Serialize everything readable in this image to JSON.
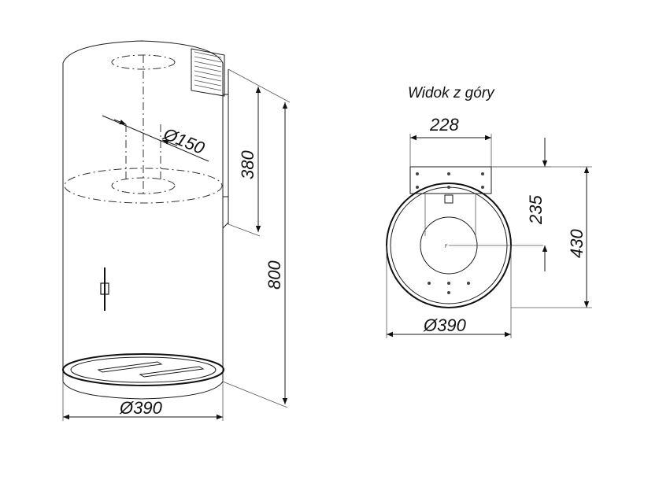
{
  "side_view": {
    "dim_outlet_diameter": "Ø150",
    "dim_chimney_height": "380",
    "dim_total_height": "800",
    "dim_body_diameter": "Ø390"
  },
  "top_view": {
    "title": "Widok z góry",
    "dim_bracket_width": "228",
    "dim_offset": "235",
    "dim_depth": "430",
    "dim_diameter": "Ø390"
  }
}
